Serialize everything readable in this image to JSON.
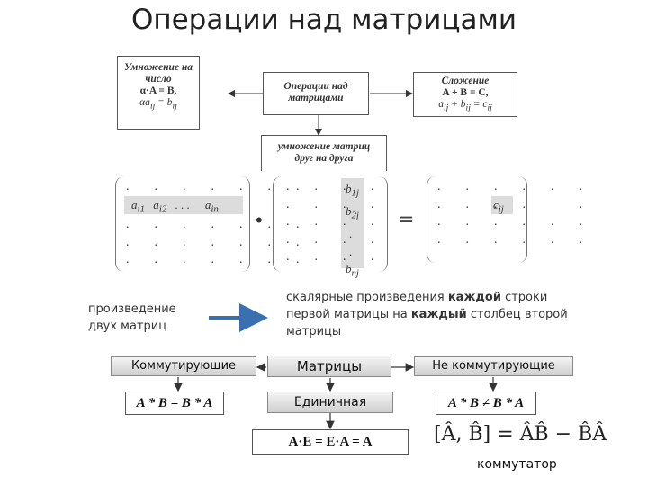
{
  "title": "Операции над матрицами",
  "top_diagram": {
    "center_box": "Операции над матрицами",
    "left_box": {
      "line1": "Умножение на",
      "line2": "число",
      "line3": "α·A = B,",
      "line4": "αa",
      "line4_sub": "ij",
      "line4_rest": " = b",
      "line4_sub2": "ij"
    },
    "right_box": {
      "line1": "Сложение",
      "line2": "A + B = C,",
      "line3a": "a",
      "line3_sub1": "ij",
      "line3b": " + b",
      "line3_sub2": "ij",
      "line3c": " = c",
      "line3_sub3": "ij"
    },
    "bottom_box": "умножение матриц друг на друга"
  },
  "matrices": {
    "a_row": {
      "a1": "a",
      "s1": "i1",
      "a2": "a",
      "s2": "i2",
      "dots": ". . .",
      "an": "a",
      "sn": "in"
    },
    "b_col": {
      "b1": "b",
      "s1": "1j",
      "b2": "b",
      "s2": "2j",
      "bn": "b",
      "sn": "nj"
    },
    "c_elem": {
      "c": "c",
      "s": "ij"
    },
    "mult_sign": "•",
    "equals_sign": "="
  },
  "explanation": {
    "left": "произведение двух матриц",
    "right_1": "скалярные произведения ",
    "right_bold1": "каждой",
    "right_2": " строки первой матрицы на ",
    "right_bold2": "каждый",
    "right_3": " столбец второй матрицы"
  },
  "bottom_diagram": {
    "center": "Матрицы",
    "left": "Коммутирующие",
    "right": "Не коммутирующие",
    "left_formula": "A * B = B * A",
    "right_formula": "A * B ≠ B * A",
    "identity": "Единичная",
    "identity_formula": "A·E = E·A = A",
    "commutator_formula": "[Â, B̂] = ÂB̂ − B̂Â",
    "commutator_label": "коммутатор"
  }
}
